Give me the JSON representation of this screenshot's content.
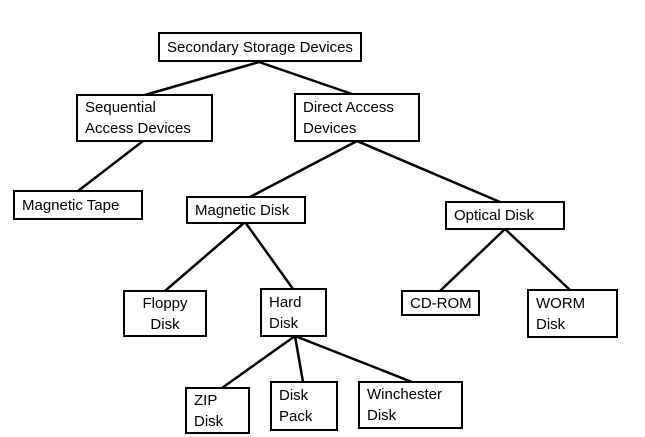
{
  "canvas": {
    "background": "#ffffff",
    "box_border_color": "#000000",
    "line_color": "#000000",
    "text_color": "#000000"
  },
  "nodes": {
    "root": {
      "line1": "Secondary Storage Devices"
    },
    "sequential": {
      "line1": "Sequential",
      "line2": "Access Devices"
    },
    "direct": {
      "line1": "Direct Access",
      "line2": "Devices"
    },
    "magnetic_tape": {
      "line1": "Magnetic Tape"
    },
    "magnetic_disk": {
      "line1": "Magnetic Disk"
    },
    "optical_disk": {
      "line1": "Optical Disk"
    },
    "floppy_disk": {
      "line1": "Floppy",
      "line2": "Disk"
    },
    "hard_disk": {
      "line1": "Hard",
      "line2": "Disk"
    },
    "cd_rom": {
      "line1": "CD-ROM"
    },
    "worm_disk": {
      "line1": "WORM",
      "line2": "Disk"
    },
    "zip_disk": {
      "line1": "ZIP",
      "line2": "Disk"
    },
    "disk_pack": {
      "line1": "Disk",
      "line2": "Pack"
    },
    "winchester_disk": {
      "line1": "Winchester",
      "line2": "Disk"
    }
  },
  "edges": [
    {
      "from": "root",
      "to": "sequential"
    },
    {
      "from": "root",
      "to": "direct"
    },
    {
      "from": "sequential",
      "to": "magnetic_tape"
    },
    {
      "from": "direct",
      "to": "magnetic_disk"
    },
    {
      "from": "direct",
      "to": "optical_disk"
    },
    {
      "from": "magnetic_disk",
      "to": "floppy_disk"
    },
    {
      "from": "magnetic_disk",
      "to": "hard_disk"
    },
    {
      "from": "optical_disk",
      "to": "cd_rom"
    },
    {
      "from": "optical_disk",
      "to": "worm_disk"
    },
    {
      "from": "hard_disk",
      "to": "zip_disk"
    },
    {
      "from": "hard_disk",
      "to": "disk_pack"
    },
    {
      "from": "hard_disk",
      "to": "winchester_disk"
    }
  ]
}
